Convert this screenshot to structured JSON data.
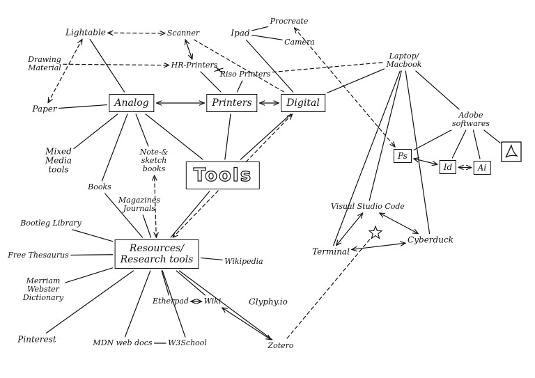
{
  "nodes": [
    {
      "id": "tools",
      "text": "Tools",
      "style": "tools"
    },
    {
      "id": "analog",
      "text": "Analog",
      "style": "box"
    },
    {
      "id": "printers",
      "text": "Printers",
      "style": "box"
    },
    {
      "id": "digital",
      "text": "Digital",
      "style": "box"
    },
    {
      "id": "resources",
      "text": "Resources/\nResearch tools",
      "style": "box"
    },
    {
      "id": "lightable",
      "text": "Lightable",
      "style": "md"
    },
    {
      "id": "scanner",
      "text": "Scanner"
    },
    {
      "id": "ipad",
      "text": "Ipad",
      "style": "md"
    },
    {
      "id": "procreate",
      "text": "Procreate"
    },
    {
      "id": "camera",
      "text": "Camera"
    },
    {
      "id": "laptop",
      "text": "Laptop/\nMacbook"
    },
    {
      "id": "drawing_material",
      "text": "Drawing\nMaterial"
    },
    {
      "id": "hr_printers",
      "text": "HR-Printers"
    },
    {
      "id": "riso_printers",
      "text": "Riso Printers"
    },
    {
      "id": "paper",
      "text": "Paper",
      "style": "md"
    },
    {
      "id": "mixed_media",
      "text": "Mixed\nMedia\ntools",
      "style": "md"
    },
    {
      "id": "sketchbooks",
      "text": "Note-&\nsketch\nbooks"
    },
    {
      "id": "adobe",
      "text": "Adobe\nsoftwares"
    },
    {
      "id": "ps",
      "text": "Ps",
      "style": "sm-box"
    },
    {
      "id": "id",
      "text": "Id",
      "style": "sm-box"
    },
    {
      "id": "ai",
      "text": "Ai",
      "style": "sm-box"
    },
    {
      "id": "books",
      "text": "Books"
    },
    {
      "id": "magazines",
      "text": "Magazines\nJournals"
    },
    {
      "id": "bootleg",
      "text": "Bootleg Library"
    },
    {
      "id": "thesaurus",
      "text": "Free Thesaurus"
    },
    {
      "id": "merriam",
      "text": "Merriam\nWebster\nDictionary"
    },
    {
      "id": "pinterest",
      "text": "Pinterest",
      "style": "md"
    },
    {
      "id": "mdn",
      "text": "MDN web docs"
    },
    {
      "id": "w3school",
      "text": "W3School"
    },
    {
      "id": "etherpad",
      "text": "Etherpad"
    },
    {
      "id": "wiki",
      "text": "Wiki"
    },
    {
      "id": "wikipedia",
      "text": "Wikipedia"
    },
    {
      "id": "glyphy",
      "text": "Glyphy.io",
      "style": "md"
    },
    {
      "id": "zotero",
      "text": "Zotero"
    },
    {
      "id": "vscode",
      "text": "Visual Studio Code"
    },
    {
      "id": "terminal",
      "text": "Terminal",
      "style": "md"
    },
    {
      "id": "cyberduck",
      "text": "Cyberduck",
      "style": "md"
    }
  ],
  "icons": [
    {
      "id": "acrobat",
      "name": "acrobat-logo-icon"
    },
    {
      "id": "star",
      "name": "star-icon"
    }
  ],
  "edges": [
    {
      "from": "tools",
      "to": "analog",
      "style": "solid",
      "arrows": "none"
    },
    {
      "from": "tools",
      "to": "printers",
      "style": "solid",
      "arrows": "none"
    },
    {
      "from": "tools",
      "to": "digital",
      "style": "solid",
      "arrows": "none"
    },
    {
      "from": "tools",
      "to": "resources",
      "style": "solid",
      "arrows": "none"
    },
    {
      "from": "analog",
      "to": "printers",
      "style": "solid",
      "arrows": "both"
    },
    {
      "from": "printers",
      "to": "digital",
      "style": "solid",
      "arrows": "both"
    },
    {
      "from": "analog",
      "to": "lightable",
      "style": "solid",
      "arrows": "none"
    },
    {
      "from": "analog",
      "to": "paper",
      "style": "solid",
      "arrows": "none"
    },
    {
      "from": "analog",
      "to": "mixed_media",
      "style": "solid",
      "arrows": "none"
    },
    {
      "from": "analog",
      "to": "sketchbooks",
      "style": "solid",
      "arrows": "none"
    },
    {
      "from": "analog",
      "to": "books",
      "style": "solid",
      "arrows": "none"
    },
    {
      "from": "lightable",
      "to": "scanner",
      "style": "dashed",
      "arrows": "both"
    },
    {
      "from": "scanner",
      "to": "hr_printers",
      "style": "solid",
      "arrows": "both"
    },
    {
      "from": "scanner",
      "to": "digital",
      "style": "dashed",
      "arrows": "none"
    },
    {
      "from": "drawing_material",
      "to": "hr_printers",
      "style": "dashed",
      "arrows": "end"
    },
    {
      "from": "paper",
      "to": "lightable",
      "style": "dashed",
      "arrows": "both"
    },
    {
      "from": "printers",
      "to": "hr_printers",
      "style": "solid",
      "arrows": "none"
    },
    {
      "from": "printers",
      "to": "riso_printers",
      "style": "solid",
      "arrows": "none"
    },
    {
      "from": "hr_printers",
      "to": "riso_printers",
      "style": "solid",
      "arrows": "both"
    },
    {
      "from": "riso_printers",
      "to": "laptop",
      "style": "dashed",
      "arrows": "none"
    },
    {
      "from": "digital",
      "to": "ipad",
      "style": "solid",
      "arrows": "none"
    },
    {
      "from": "digital",
      "to": "laptop",
      "style": "solid",
      "arrows": "none"
    },
    {
      "from": "digital",
      "to": "resources",
      "style": "dashed",
      "arrows": "both"
    },
    {
      "from": "ipad",
      "to": "procreate",
      "style": "solid",
      "arrows": "none"
    },
    {
      "from": "ipad",
      "to": "camera",
      "style": "solid",
      "arrows": "none"
    },
    {
      "from": "procreate",
      "to": "ps",
      "style": "dashed",
      "arrows": "both"
    },
    {
      "from": "laptop",
      "to": "adobe",
      "style": "solid",
      "arrows": "none"
    },
    {
      "from": "laptop",
      "to": "vscode",
      "style": "solid",
      "arrows": "none"
    },
    {
      "from": "laptop",
      "to": "terminal",
      "style": "solid",
      "arrows": "none"
    },
    {
      "from": "laptop",
      "to": "cyberduck",
      "style": "solid",
      "arrows": "none"
    },
    {
      "from": "adobe",
      "to": "ps",
      "style": "solid",
      "arrows": "none"
    },
    {
      "from": "adobe",
      "to": "id",
      "style": "solid",
      "arrows": "none"
    },
    {
      "from": "adobe",
      "to": "ai",
      "style": "solid",
      "arrows": "none"
    },
    {
      "from": "adobe",
      "to": "acrobat",
      "style": "solid",
      "arrows": "none"
    },
    {
      "from": "ps",
      "to": "id",
      "style": "solid",
      "arrows": "both"
    },
    {
      "from": "id",
      "to": "ai",
      "style": "solid",
      "arrows": "both"
    },
    {
      "from": "vscode",
      "to": "terminal",
      "style": "solid",
      "arrows": "both"
    },
    {
      "from": "vscode",
      "to": "cyberduck",
      "style": "solid",
      "arrows": "both"
    },
    {
      "from": "terminal",
      "to": "cyberduck",
      "style": "solid",
      "arrows": "both"
    },
    {
      "from": "star",
      "to": "zotero",
      "style": "dashed",
      "arrows": "none"
    },
    {
      "from": "resources",
      "to": "books",
      "style": "solid",
      "arrows": "none"
    },
    {
      "from": "resources",
      "to": "magazines",
      "style": "solid",
      "arrows": "none"
    },
    {
      "from": "resources",
      "to": "sketchbooks",
      "style": "dashed",
      "arrows": "both"
    },
    {
      "from": "resources",
      "to": "bootleg",
      "style": "solid",
      "arrows": "none"
    },
    {
      "from": "resources",
      "to": "thesaurus",
      "style": "solid",
      "arrows": "none"
    },
    {
      "from": "resources",
      "to": "merriam",
      "style": "solid",
      "arrows": "none"
    },
    {
      "from": "resources",
      "to": "pinterest",
      "style": "solid",
      "arrows": "none"
    },
    {
      "from": "resources",
      "to": "mdn",
      "style": "solid",
      "arrows": "none"
    },
    {
      "from": "resources",
      "to": "w3school",
      "style": "solid",
      "arrows": "none"
    },
    {
      "from": "resources",
      "to": "etherpad",
      "style": "solid",
      "arrows": "none"
    },
    {
      "from": "resources",
      "to": "wiki",
      "style": "solid",
      "arrows": "none"
    },
    {
      "from": "resources",
      "to": "wikipedia",
      "style": "solid",
      "arrows": "none"
    },
    {
      "from": "resources",
      "to": "zotero",
      "style": "solid",
      "arrows": "none"
    },
    {
      "from": "mdn",
      "to": "w3school",
      "style": "solid",
      "arrows": "none"
    },
    {
      "from": "etherpad",
      "to": "wiki",
      "style": "solid",
      "arrows": "both"
    },
    {
      "from": "wiki",
      "to": "zotero",
      "style": "solid",
      "arrows": "both"
    }
  ]
}
